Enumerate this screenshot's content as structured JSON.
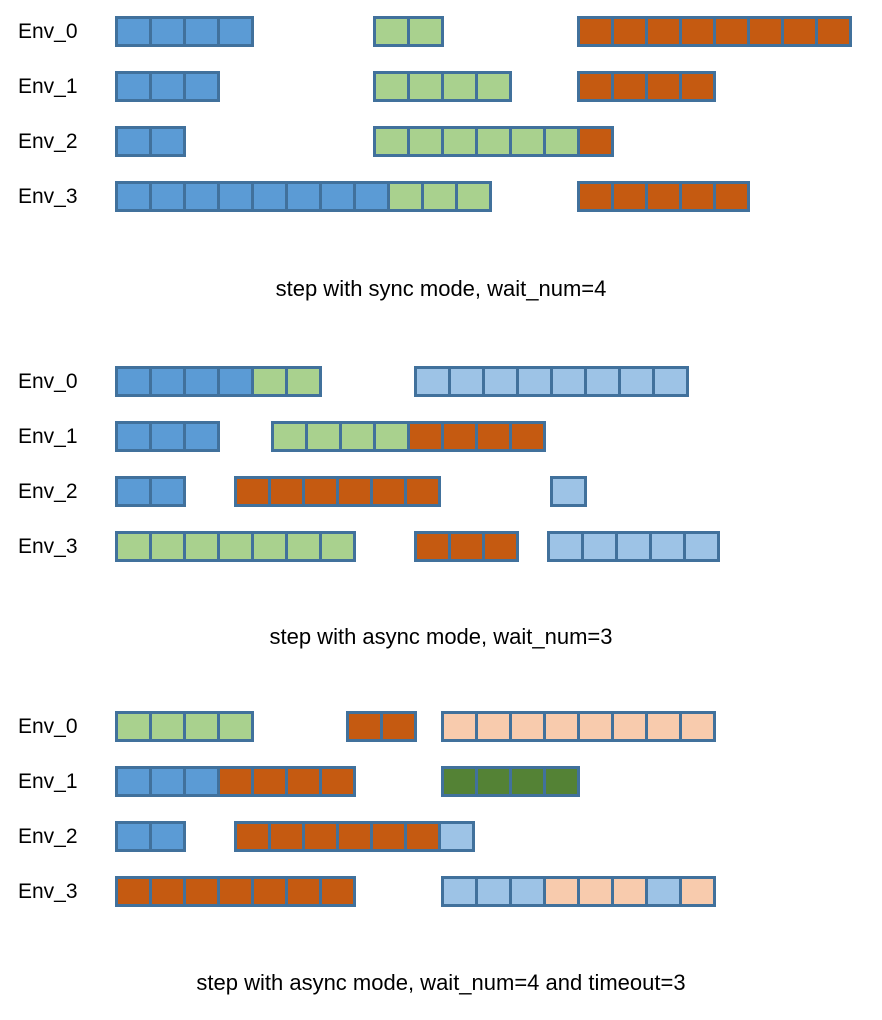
{
  "colors": {
    "border": "#41719C",
    "blue": "#5B9BD5",
    "green": "#A9D18E",
    "orange": "#C55A11",
    "lightblue": "#9DC3E6",
    "lightorange": "#F8CBAD",
    "darkgreen": "#548235"
  },
  "diagram": {
    "panels": [
      {
        "caption": "step with sync mode, wait_num=4",
        "rows": [
          {
            "label": "Env_0",
            "segments": [
              {
                "start": 0,
                "blocks": [
                  "blue",
                  "blue",
                  "blue",
                  "blue"
                ]
              },
              {
                "start": 7.6,
                "blocks": [
                  "green",
                  "green"
                ]
              },
              {
                "start": 13.6,
                "blocks": [
                  "orange",
                  "orange",
                  "orange",
                  "orange",
                  "orange",
                  "orange",
                  "orange",
                  "orange"
                ]
              }
            ]
          },
          {
            "label": "Env_1",
            "segments": [
              {
                "start": 0,
                "blocks": [
                  "blue",
                  "blue",
                  "blue"
                ]
              },
              {
                "start": 7.6,
                "blocks": [
                  "green",
                  "green",
                  "green",
                  "green"
                ]
              },
              {
                "start": 13.6,
                "blocks": [
                  "orange",
                  "orange",
                  "orange",
                  "orange"
                ]
              }
            ]
          },
          {
            "label": "Env_2",
            "segments": [
              {
                "start": 0,
                "blocks": [
                  "blue",
                  "blue"
                ]
              },
              {
                "start": 7.6,
                "blocks": [
                  "green",
                  "green",
                  "green",
                  "green",
                  "green",
                  "green",
                  "orange"
                ]
              }
            ]
          },
          {
            "label": "Env_3",
            "segments": [
              {
                "start": 0,
                "blocks": [
                  "blue",
                  "blue",
                  "blue",
                  "blue",
                  "blue",
                  "blue",
                  "blue",
                  "blue",
                  "green",
                  "green",
                  "green"
                ]
              },
              {
                "start": 13.6,
                "blocks": [
                  "orange",
                  "orange",
                  "orange",
                  "orange",
                  "orange"
                ]
              }
            ]
          }
        ]
      },
      {
        "caption": "step with async mode, wait_num=3",
        "rows": [
          {
            "label": "Env_0",
            "segments": [
              {
                "start": 0,
                "blocks": [
                  "blue",
                  "blue",
                  "blue",
                  "blue",
                  "green",
                  "green"
                ]
              },
              {
                "start": 8.8,
                "blocks": [
                  "lightblue",
                  "lightblue",
                  "lightblue",
                  "lightblue",
                  "lightblue",
                  "lightblue",
                  "lightblue",
                  "lightblue"
                ]
              }
            ]
          },
          {
            "label": "Env_1",
            "segments": [
              {
                "start": 0,
                "blocks": [
                  "blue",
                  "blue",
                  "blue"
                ]
              },
              {
                "start": 4.6,
                "blocks": [
                  "green",
                  "green",
                  "green",
                  "green",
                  "orange",
                  "orange",
                  "orange",
                  "orange"
                ]
              }
            ]
          },
          {
            "label": "Env_2",
            "segments": [
              {
                "start": 0,
                "blocks": [
                  "blue",
                  "blue"
                ]
              },
              {
                "start": 3.5,
                "blocks": [
                  "orange",
                  "orange",
                  "orange",
                  "orange",
                  "orange",
                  "orange"
                ]
              },
              {
                "start": 12.8,
                "blocks": [
                  "lightblue"
                ]
              }
            ]
          },
          {
            "label": "Env_3",
            "segments": [
              {
                "start": 0,
                "blocks": [
                  "green",
                  "green",
                  "green",
                  "green",
                  "green",
                  "green",
                  "green"
                ]
              },
              {
                "start": 8.8,
                "blocks": [
                  "orange",
                  "orange",
                  "orange"
                ]
              },
              {
                "start": 12.7,
                "blocks": [
                  "lightblue",
                  "lightblue",
                  "lightblue",
                  "lightblue",
                  "lightblue"
                ]
              }
            ]
          }
        ]
      },
      {
        "caption": "step with async mode, wait_num=4 and timeout=3",
        "rows": [
          {
            "label": "Env_0",
            "segments": [
              {
                "start": 0,
                "blocks": [
                  "green",
                  "green",
                  "green",
                  "green"
                ]
              },
              {
                "start": 6.8,
                "blocks": [
                  "orange",
                  "orange"
                ]
              },
              {
                "start": 9.6,
                "blocks": [
                  "lightorange",
                  "lightorange",
                  "lightorange",
                  "lightorange",
                  "lightorange",
                  "lightorange",
                  "lightorange",
                  "lightorange"
                ]
              }
            ]
          },
          {
            "label": "Env_1",
            "segments": [
              {
                "start": 0,
                "blocks": [
                  "blue",
                  "blue",
                  "blue",
                  "orange",
                  "orange",
                  "orange",
                  "orange"
                ]
              },
              {
                "start": 9.6,
                "blocks": [
                  "darkgreen",
                  "darkgreen",
                  "darkgreen",
                  "darkgreen"
                ]
              }
            ]
          },
          {
            "label": "Env_2",
            "segments": [
              {
                "start": 0,
                "blocks": [
                  "blue",
                  "blue"
                ]
              },
              {
                "start": 3.5,
                "blocks": [
                  "orange",
                  "orange",
                  "orange",
                  "orange",
                  "orange",
                  "orange",
                  "lightblue"
                ]
              }
            ]
          },
          {
            "label": "Env_3",
            "segments": [
              {
                "start": 0,
                "blocks": [
                  "orange",
                  "orange",
                  "orange",
                  "orange",
                  "orange",
                  "orange",
                  "orange"
                ]
              },
              {
                "start": 9.6,
                "blocks": [
                  "lightblue",
                  "lightblue",
                  "lightblue",
                  "lightorange",
                  "lightorange",
                  "lightorange",
                  "lightblue",
                  "lightorange"
                ]
              }
            ]
          }
        ]
      }
    ]
  }
}
